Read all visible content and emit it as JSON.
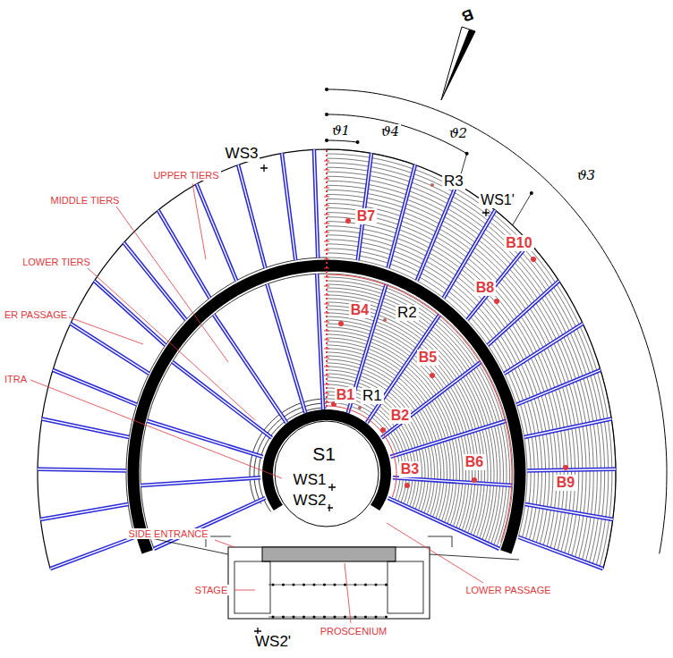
{
  "diagram": {
    "labels": [
      "B",
      "ϑ1",
      "ϑ4",
      "ϑ2",
      "ϑ3",
      "WS3",
      "R3",
      "WS1'",
      "UPPER TIERS",
      "MIDDLE TIERS",
      "LOWER TIERS",
      "ER PASSAGE",
      "ITRA",
      "B7",
      "B10",
      "B8",
      "B4",
      "R2",
      "B5",
      "B1",
      "R1",
      "B2",
      "B3",
      "B6",
      "B9",
      "S1",
      "WS1",
      "WS2",
      "SIDE ENTRANCE",
      "STAGE",
      "WS2'",
      "PROSCENIUM",
      "LOWER PASSAGE"
    ]
  }
}
